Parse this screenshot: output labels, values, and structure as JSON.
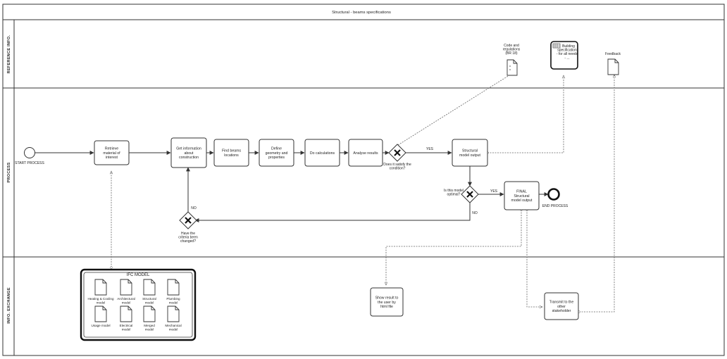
{
  "pool": {
    "title": "Structural - beams specifications"
  },
  "lanes": {
    "reference": "REFERENCE INFO.",
    "process": "PROCESS",
    "exchange": "INFO. EXCHANGE"
  },
  "events": {
    "start": "START PROCESS",
    "end": "END PROCESS"
  },
  "tasks": {
    "retrieve": [
      "Retrieve",
      "material of",
      "interest"
    ],
    "get_info": [
      "Get information",
      "about",
      "construction"
    ],
    "find_beams": [
      "Find beams",
      "locations"
    ],
    "define_geometry": [
      "Define",
      "geometry and",
      "properties"
    ],
    "do_calculations": [
      "Do calculations"
    ],
    "analyse": [
      "Analyse results"
    ],
    "structural_output": [
      "Structural",
      "model output"
    ],
    "final_output": [
      "FINAL",
      "Structural",
      "model output"
    ],
    "show_result": [
      "Show result to",
      "the user by",
      "html file"
    ],
    "transmit": [
      "Transmit to the",
      "other",
      "stakeholder"
    ]
  },
  "gateways": {
    "satisfy": [
      "Does it satisfy the",
      "condition?"
    ],
    "optimal": [
      "Is this model",
      "optimal?"
    ],
    "criteria": [
      "Have the",
      "criteria been",
      "changed?"
    ]
  },
  "flow_labels": {
    "yes1": "YES",
    "yes2": "YES",
    "no1": "NO",
    "no2": "NO"
  },
  "reference_docs": {
    "codes": [
      "Code and",
      "regulations",
      "(BR 18)"
    ],
    "building_spec": [
      "Building",
      "specification",
      "- for all needs",
      "- ..."
    ],
    "feedback": [
      "Feedback"
    ]
  },
  "ifc": {
    "title": "IFC MODEL",
    "files": [
      [
        "Heating & Cooling",
        "model"
      ],
      [
        "Architectural",
        "model"
      ],
      [
        "Structural",
        "model"
      ],
      [
        "Plumbing",
        "model"
      ],
      [
        "Usage model"
      ],
      [
        "Electrical",
        "model"
      ],
      [
        "Merged",
        "model"
      ],
      [
        "Mechanical",
        "model"
      ]
    ]
  }
}
